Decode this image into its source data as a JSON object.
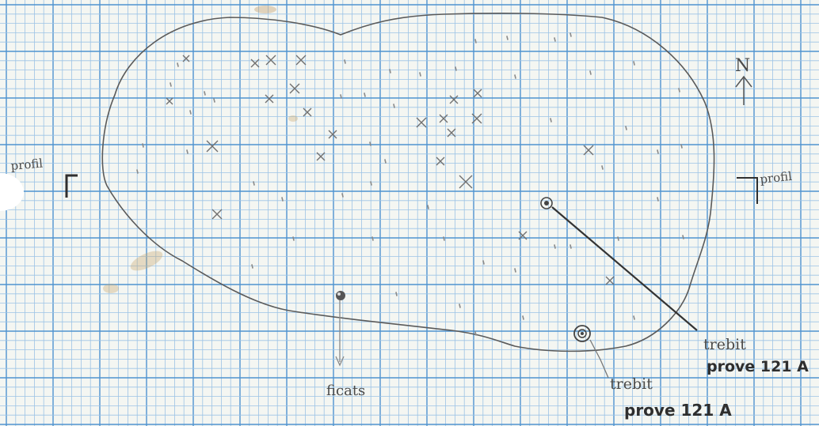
{
  "colors": {
    "paper": "#f4f6f2",
    "grid_fine": "#9cc3e6",
    "grid_bold": "#4f93d0",
    "pencil": "#5a5a5a",
    "pencil_dark": "#2f2f2f",
    "stain": "#c9a66b"
  },
  "labels": {
    "profile_left": "profil",
    "profile_right": "profil",
    "north": "N",
    "sample_left_line1": "trebit",
    "sample_left_line2": "prove 121 A",
    "sample_right_line1": "trebit",
    "sample_right_line2": "prove 121 A",
    "bottom_find": "ficats"
  },
  "icons": {
    "north_arrow": "north-arrow-icon",
    "sample_marker": "circled-dot-icon",
    "find_marker": "filled-dot-icon",
    "cross_marker": "x-mark-icon"
  }
}
